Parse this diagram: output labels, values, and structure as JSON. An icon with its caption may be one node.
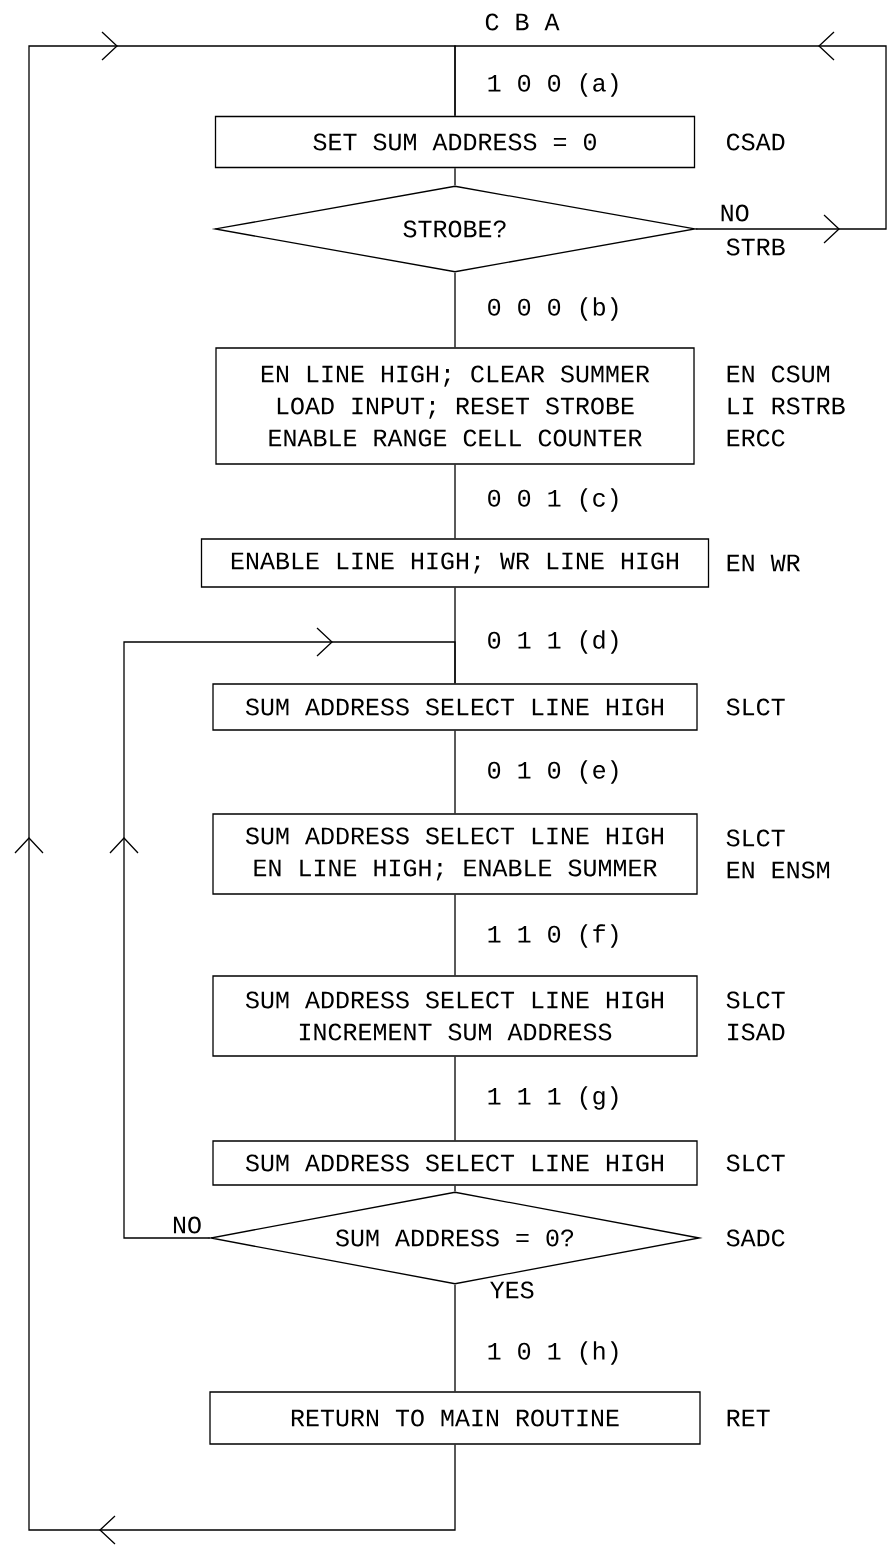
{
  "diagram": {
    "nodes": [
      {
        "text": [
          "SET SUM ADDRESS = 0"
        ],
        "beside": [
          "CSAD"
        ]
      },
      {
        "text": [
          "STROBE?"
        ],
        "beside": [
          "STRB"
        ]
      },
      {
        "text": [
          "EN LINE HIGH; CLEAR SUMMER",
          "LOAD INPUT; RESET STROBE",
          "ENABLE RANGE CELL COUNTER"
        ],
        "beside": [
          "EN CSUM",
          "LI RSTRB",
          "ERCC"
        ]
      },
      {
        "text": [
          "ENABLE LINE HIGH; WR LINE HIGH"
        ],
        "beside": [
          "EN WR"
        ]
      },
      {
        "text": [
          "SUM ADDRESS SELECT LINE HIGH"
        ],
        "beside": [
          "SLCT"
        ]
      },
      {
        "text": [
          "SUM ADDRESS SELECT LINE HIGH",
          "EN LINE HIGH; ENABLE SUMMER"
        ],
        "beside": [
          "SLCT",
          "EN ENSM"
        ]
      },
      {
        "text": [
          "SUM ADDRESS SELECT LINE HIGH",
          "INCREMENT SUM ADDRESS"
        ],
        "beside": [
          "SLCT",
          "ISAD"
        ]
      },
      {
        "text": [
          "SUM ADDRESS SELECT LINE HIGH"
        ],
        "beside": [
          "SLCT"
        ]
      },
      {
        "text": [
          "SUM ADDRESS = 0?"
        ],
        "beside": [
          "SADC"
        ]
      },
      {
        "text": [
          "RETURN TO MAIN ROUTINE"
        ],
        "beside": [
          "RET"
        ]
      }
    ],
    "edges": [
      {
        "from": 9,
        "to": 0,
        "arrow": "to"
      },
      {
        "from": 1,
        "to": 0,
        "arrow": "to",
        "label": "NO"
      },
      {
        "from": 0,
        "to": 1,
        "arrow": "none"
      },
      {
        "from": 1,
        "to": 2,
        "arrow": "none"
      },
      {
        "from": 2,
        "to": 3,
        "arrow": "none"
      },
      {
        "from": 3,
        "to": 4,
        "arrow": "none"
      },
      {
        "from": 4,
        "to": 5,
        "arrow": "none"
      },
      {
        "from": 5,
        "to": 6,
        "arrow": "none"
      },
      {
        "from": 6,
        "to": 7,
        "arrow": "none"
      },
      {
        "from": 7,
        "to": 8,
        "arrow": "none"
      },
      {
        "from": 8,
        "to": 4,
        "arrow": "to",
        "label": "NO"
      },
      {
        "from": 8,
        "to": 9,
        "arrow": "none",
        "label": "YES"
      }
    ],
    "labels": [
      "C B A",
      "1 0 0 (a)",
      "0 0 0 (b)",
      "0 0 1 (c)",
      "0 1 1 (d)",
      "0 1 0 (e)",
      "1 1 0 (f)",
      "1 1 1 (g)",
      "1 0 1 (h)"
    ]
  }
}
